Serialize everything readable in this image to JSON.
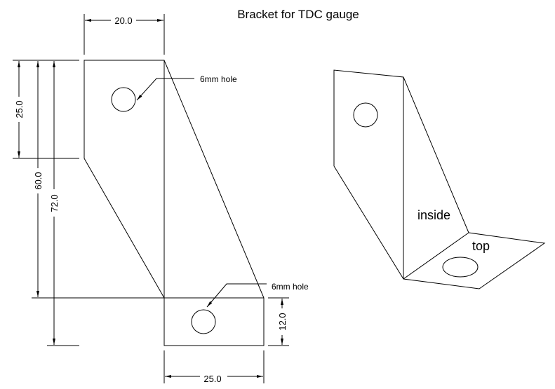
{
  "title": "Bracket for TDC gauge",
  "flat_view": {
    "dimensions": {
      "top_width": "20.0",
      "upper_height": "25.0",
      "mid_height": "60.0",
      "total_height": "72.0",
      "foot_height": "12.0",
      "foot_width": "25.0"
    },
    "notes": {
      "upper_hole": "6mm hole",
      "lower_hole": "6mm hole"
    }
  },
  "iso_view": {
    "labels": {
      "inside": "inside",
      "top": "top"
    }
  }
}
